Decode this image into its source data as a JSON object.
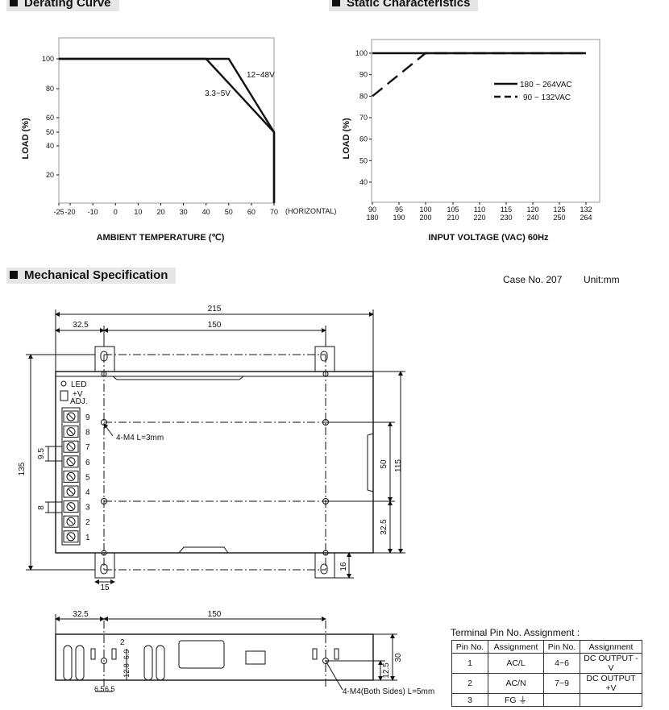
{
  "sections": {
    "derating": "Derating Curve",
    "static": "Static Characteristics",
    "mechanical": "Mechanical Specification"
  },
  "case_no": "Case No. 207",
  "unit": "Unit:mm",
  "chart_data": [
    {
      "type": "line",
      "ylabel": "LOAD (%)",
      "xlabel": "AMBIENT TEMPERATURE (℃)",
      "x_ticks": [
        "-25",
        "-20",
        "-10",
        "0",
        "10",
        "20",
        "30",
        "40",
        "50",
        "60",
        "70"
      ],
      "x_extra_label": "(HORIZONTAL)",
      "y_ticks": [
        "20",
        "40",
        "50",
        "60",
        "80",
        "100"
      ],
      "xlim": [
        -25,
        70
      ],
      "ylim": [
        0,
        100
      ],
      "series": [
        {
          "name": "12~48V",
          "points": [
            [
              -25,
              100
            ],
            [
              50,
              100
            ],
            [
              70,
              50
            ],
            [
              70,
              0
            ]
          ]
        },
        {
          "name": "3.3~5V",
          "points": [
            [
              -25,
              100
            ],
            [
              40,
              100
            ],
            [
              70,
              50
            ],
            [
              70,
              0
            ]
          ]
        }
      ]
    },
    {
      "type": "line",
      "ylabel": "LOAD (%)",
      "xlabel": "INPUT VOLTAGE (VAC) 60Hz",
      "x_ticks": [
        "90",
        "95",
        "100",
        "105",
        "110",
        "115",
        "120",
        "125",
        "132"
      ],
      "x_ticks_2": [
        "180",
        "190",
        "200",
        "210",
        "220",
        "230",
        "240",
        "250",
        "264"
      ],
      "y_ticks": [
        "40",
        "50",
        "60",
        "70",
        "80",
        "90",
        "100"
      ],
      "ylim": [
        35,
        100
      ],
      "series": [
        {
          "name": "180 ~ 264VAC",
          "style": "solid",
          "points": [
            [
              90,
              100
            ],
            [
              132,
              100
            ]
          ]
        },
        {
          "name": "90 ~ 132VAC",
          "style": "dashed",
          "points": [
            [
              90,
              80
            ],
            [
              100,
              100
            ],
            [
              132,
              100
            ]
          ]
        }
      ]
    }
  ],
  "dimensions": {
    "overall_width": "215",
    "hole_span": "150",
    "left_offset": "32.5",
    "height": "135",
    "inner_height": "115",
    "hole_vspan": "50",
    "bottom_offset": "32.5",
    "tab_width": "15",
    "tab_height": "16",
    "terminal_pitch": "9.5",
    "terminal_width": "8",
    "mount_holes": "4-M4 L=3mm",
    "side_left_offset": "32.5",
    "side_hole_span": "150",
    "side_height": "30",
    "side_hole_height": "12.5",
    "side_slot_w": "2",
    "side_slot_h": "6.9",
    "side_slot_vpos": "12.8",
    "side_slot_gap_a": "6.5",
    "side_slot_gap_b": "6.5",
    "side_holes": "4-M4(Both Sides) L=5mm"
  },
  "terminal_labels": {
    "led": "LED",
    "v_adj_1": "+V",
    "v_adj_2": "ADJ.",
    "pins": [
      "9",
      "8",
      "7",
      "6",
      "5",
      "4",
      "3",
      "2",
      "1"
    ]
  },
  "pin_table": {
    "title": "Terminal Pin No. Assignment :",
    "headers": [
      "Pin No.",
      "Assignment",
      "Pin No.",
      "Assignment"
    ],
    "rows": [
      [
        "1",
        "AC/L",
        "4~6",
        "DC OUTPUT -V"
      ],
      [
        "2",
        "AC/N",
        "7~9",
        "DC OUTPUT +V"
      ],
      [
        "3",
        "FG ⏚",
        "",
        ""
      ]
    ]
  }
}
